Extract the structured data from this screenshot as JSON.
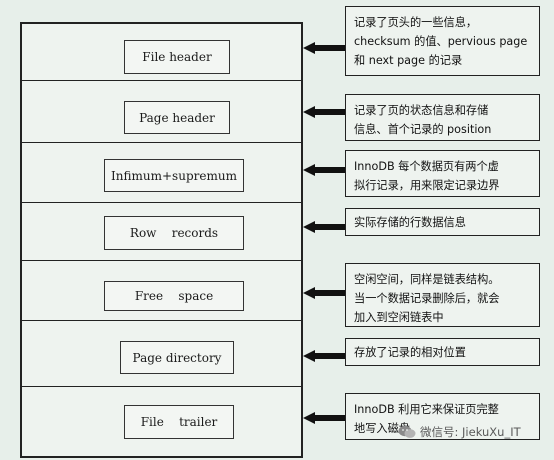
{
  "blocks": [
    {
      "label": "File header"
    },
    {
      "label": "Page header"
    },
    {
      "label": "Infimum+supremum"
    },
    {
      "label": "Row    records"
    },
    {
      "label": "Free    space"
    },
    {
      "label": "Page directory"
    },
    {
      "label": "File    trailer"
    }
  ],
  "descriptions": [
    [
      "记录了页头的一些信息，",
      "checksum 的值、pervious page",
      "和 next page 的记录"
    ],
    [
      "记录了页的状态信息和存储",
      "信息、首个记录的 position"
    ],
    [
      "InnoDB 每个数据页有两个虚",
      "拟行记录，用来限定记录边界"
    ],
    [
      "实际存储的行数据信息"
    ],
    [
      "空闲空间，同样是链表结构。",
      "当一个数据记录删除后，就会",
      "加入到空闲链表中"
    ],
    [
      "存放了记录的相对位置"
    ],
    [
      "InnoDB 利用它来保证页完整",
      "地写入磁盘"
    ]
  ],
  "watermark": {
    "text": "微信号: JiekuXu_IT",
    "icon": "wechat-icon"
  },
  "colors": {
    "background": "#e7efea",
    "line": "#222222"
  }
}
